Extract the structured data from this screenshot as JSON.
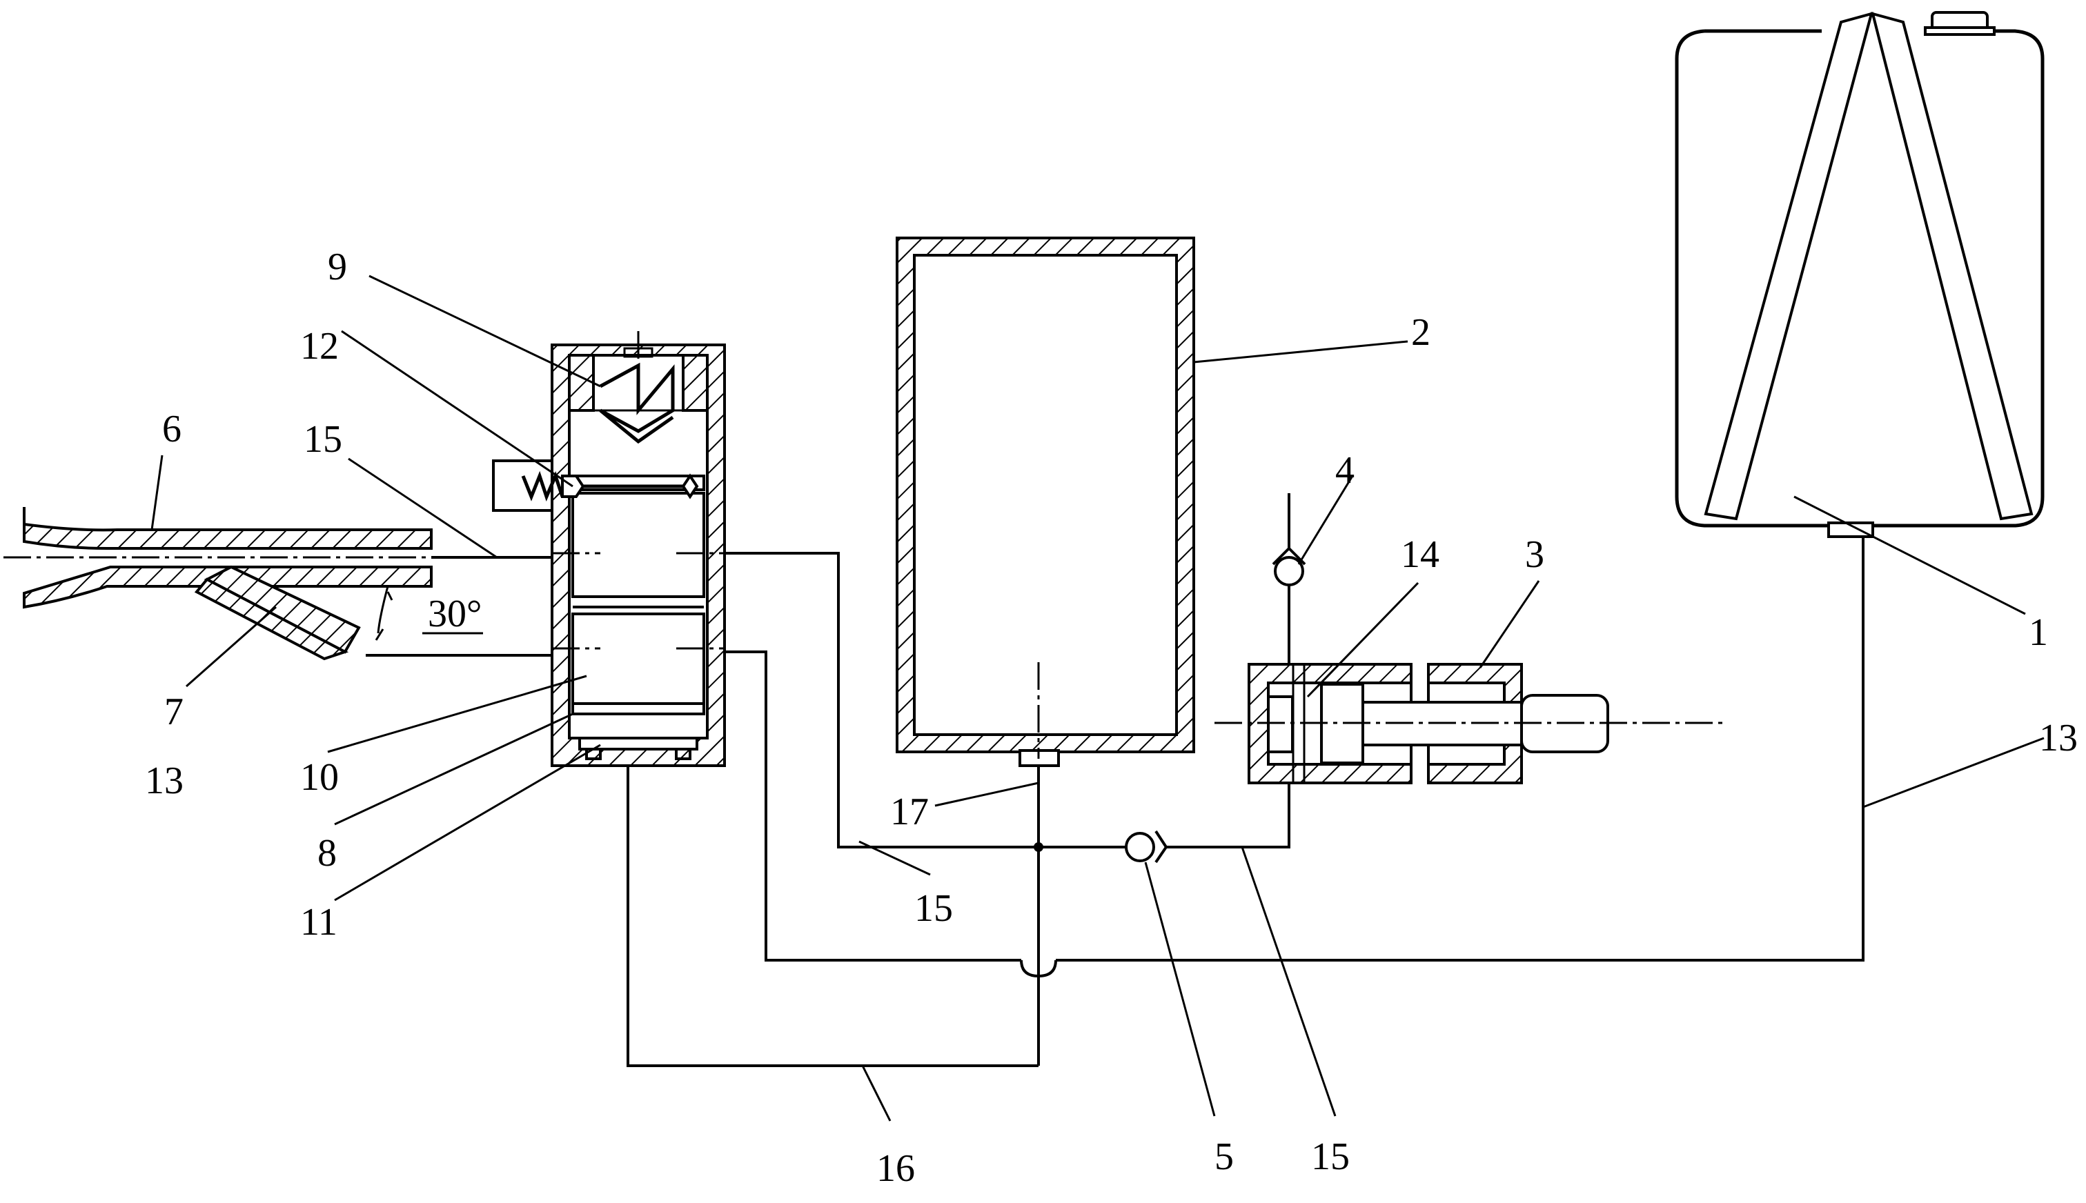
{
  "labels": {
    "l1": "1",
    "l2": "2",
    "l3": "3",
    "l4": "4",
    "l5": "5",
    "l6": "6",
    "l7": "7",
    "l8": "8",
    "l9": "9",
    "l10": "10",
    "l11": "11",
    "l12": "12",
    "l13_left": "13",
    "l13_right": "13",
    "l14": "14",
    "l15_top": "15",
    "l15_mid": "15",
    "l15_bottom": "15",
    "l16": "16",
    "l17": "17"
  },
  "angle": "30°"
}
